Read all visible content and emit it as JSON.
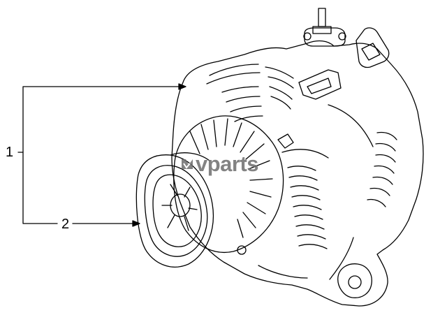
{
  "callouts": [
    {
      "number": "1",
      "target": "alternator-assembly"
    },
    {
      "number": "2",
      "target": "pulley"
    }
  ],
  "watermark": {
    "text": "vparts",
    "color": "#6e6e6e"
  },
  "colors": {
    "line": "#000000",
    "background": "#ffffff"
  }
}
